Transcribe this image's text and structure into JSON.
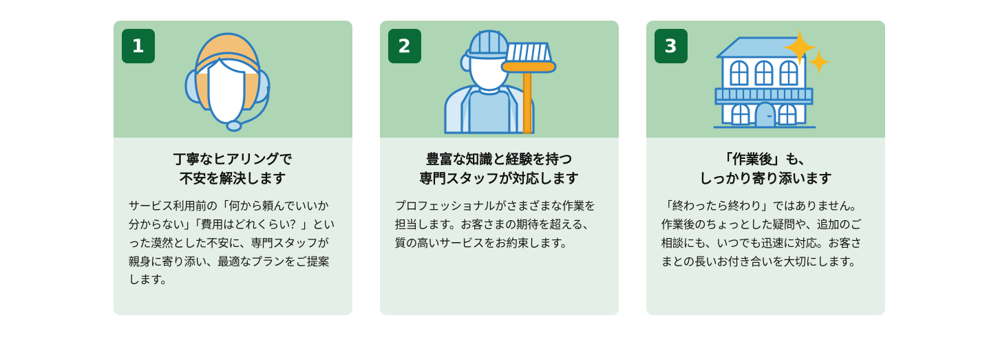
{
  "theme": {
    "page_background": "#ffffff",
    "card_header_green": "#aed5b4",
    "card_body_green": "#e4efe7",
    "badge_green": "#0b6b38",
    "badge_text": "#ffffff",
    "title_color": "#111111",
    "body_text_color": "#141414",
    "illustration_outline_blue": "#2b7cc0",
    "illustration_fill_blue": "#bfdcee",
    "illustration_accent_orange": "#f5a623",
    "illustration_hair_orange": "#f2c177",
    "illustration_white": "#ffffff"
  },
  "cards": [
    {
      "number": "1",
      "icon": "headset-operator-icon",
      "title_lines": [
        "丁寧なヒアリングで",
        "不安を解決します"
      ],
      "body": "サービス利用前の「何から頼んでいいか分からない」「費用はどれくらい？」といった漠然とした不安に、専門スタッフが親身に寄り添い、最適なプランをご提案します。"
    },
    {
      "number": "2",
      "icon": "worker-with-broom-icon",
      "title_lines": [
        "豊富な知識と経験を持つ",
        "専門スタッフが対応します"
      ],
      "body": "プロフェッショナルがさまざまな作業を担当します。お客さまの期待を超える、質の高いサービスをお約束します。"
    },
    {
      "number": "3",
      "icon": "sparkling-house-icon",
      "title_lines": [
        "「作業後」も、",
        "しっかり寄り添います"
      ],
      "body": "「終わったら終わり」ではありません。作業後のちょっとした疑問や、追加のご相談にも、いつでも迅速に対応。お客さまとの長いお付き合いを大切にします。"
    }
  ]
}
